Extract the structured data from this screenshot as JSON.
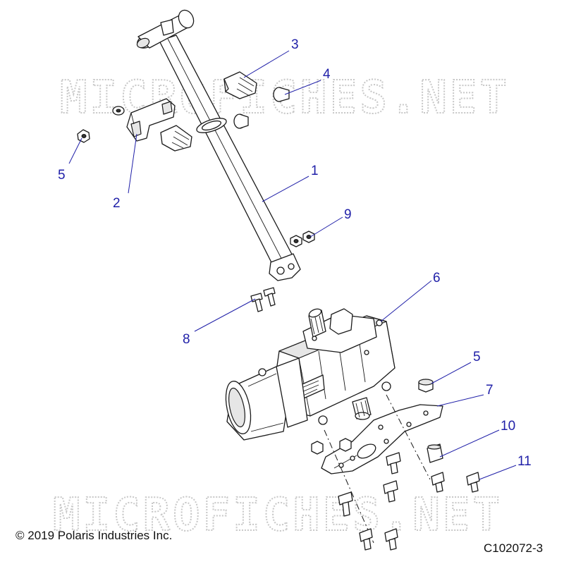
{
  "watermark": "MICROFICHES.NET",
  "copyright": "© 2019 Polaris Industries Inc.",
  "figure_code": "C102072-3",
  "callouts": {
    "c1": "1",
    "c2": "2",
    "c3": "3",
    "c4": "4",
    "c5a": "5",
    "c5b": "5",
    "c6": "6",
    "c7": "7",
    "c8": "8",
    "c9": "9",
    "c10": "10",
    "c11": "11"
  },
  "colors": {
    "callout": "#1f1fa8",
    "line": "#1a1a1a",
    "watermark": "#c8c8c8"
  }
}
